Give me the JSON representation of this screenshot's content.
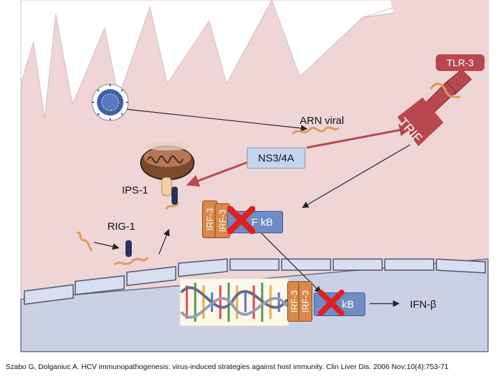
{
  "labels": {
    "tlr3": "TLR-3",
    "trif": "TRIF",
    "arn_viral": "ARN viral",
    "ns3_4a": "NS3/4A",
    "ips1": "IPS-1",
    "rig1": "RIG-1",
    "irf3": "IRF-3",
    "nfkb_cyto": "F kB",
    "nfkb_nuc": "kB",
    "ifn_beta": "IFN-β",
    "citation": "Szabo G, Dolganiuc A. HCV immunopathogenesis: virus-induced strategies against host immunity. Clin Liver Dis. 2006 Nov;10(4):753-71"
  },
  "colors": {
    "cell": "#efd5d5",
    "nucleus": "#ccd0e4",
    "membrane_tile": "#d9def0",
    "tlr3_red": "#b8484e",
    "trif_red": "#b8484e",
    "ns3_blue": "#c5d5ee",
    "nfkb_blue": "#6e8dc6",
    "irf_orange": "#d9884a",
    "rna_orange": "#e09a56",
    "inhibit_red": "#e02020",
    "virus_blue": "#3f5fa8"
  }
}
